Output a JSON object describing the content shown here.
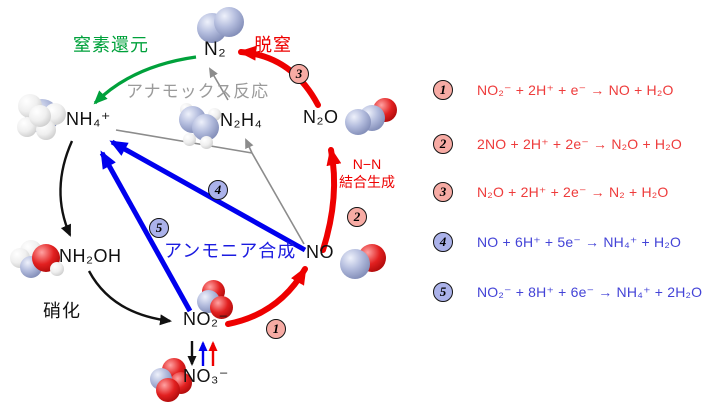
{
  "diagram": {
    "nodes": {
      "n2": "N₂",
      "nh4": "NH₄⁺",
      "n2h4": "N₂H₄",
      "n2o": "N₂O",
      "no": "NO",
      "nh2oh": "NH₂OH",
      "no2": "NO₂⁻",
      "no3": "NO₃⁻"
    },
    "labels": {
      "nitrogen_reduction": "窒素還元",
      "denitrification": "脱窒",
      "anammox": "アナモックス反応",
      "nn_bond_line1": "N−N",
      "nn_bond_line2": "結合生成",
      "ammonia_synthesis": "アンモニア合成",
      "nitrification": "硝化"
    },
    "icons": {
      "n2_molecule": "nitrogen-spacefill",
      "nh4_molecule": "ammonium-spacefill",
      "n2h4_molecule": "hydrazine-spacefill",
      "n2o_molecule": "nitrous-oxide-spacefill",
      "no_molecule": "nitric-oxide-spacefill",
      "nh2oh_molecule": "hydroxylamine-spacefill",
      "no2_molecule": "nitrite-spacefill",
      "no3_molecule": "nitrate-spacefill"
    }
  },
  "equations": [
    {
      "num": "1",
      "text": "NO₂⁻ + 2H⁺ + e⁻ → NO + H₂O",
      "color": "red"
    },
    {
      "num": "2",
      "text": "2NO + 2H⁺ + 2e⁻ → N₂O + H₂O",
      "color": "red"
    },
    {
      "num": "3",
      "text": "N₂O + 2H⁺ + 2e⁻ → N₂ + H₂O",
      "color": "red"
    },
    {
      "num": "4",
      "text": "NO + 6H⁺ + 5e⁻ → NH₄⁺ + H₂O",
      "color": "blue"
    },
    {
      "num": "5",
      "text": "NO₂⁻ + 8H⁺ + 6e⁻ → NH₄⁺ + 2H₂O",
      "color": "blue"
    }
  ],
  "colors": {
    "green": "#00a13b",
    "red": "#ee0000",
    "blue": "#0000ee",
    "gray": "#8c8c8c",
    "equation_red": "#ee3b3b",
    "equation_blue": "#4343d7",
    "badge_pink": "#f7aba4",
    "badge_lavender": "#abb2ea",
    "atom_nitrogen": "#a7b0d4",
    "atom_oxygen": "#cf1212",
    "atom_hydrogen": "#ededed"
  }
}
